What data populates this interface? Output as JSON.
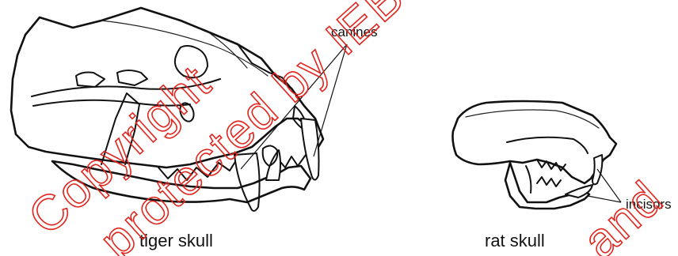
{
  "labels": {
    "canines": "canines",
    "incisors": "incisors",
    "tiger_caption": "tiger skull",
    "rat_caption": "rat skull"
  },
  "watermark": {
    "line1": "Copyright",
    "line2": "protected by IEB",
    "line3": "and",
    "color": "#e0261e"
  },
  "colors": {
    "ink": "#111111",
    "background": "#ffffff"
  }
}
